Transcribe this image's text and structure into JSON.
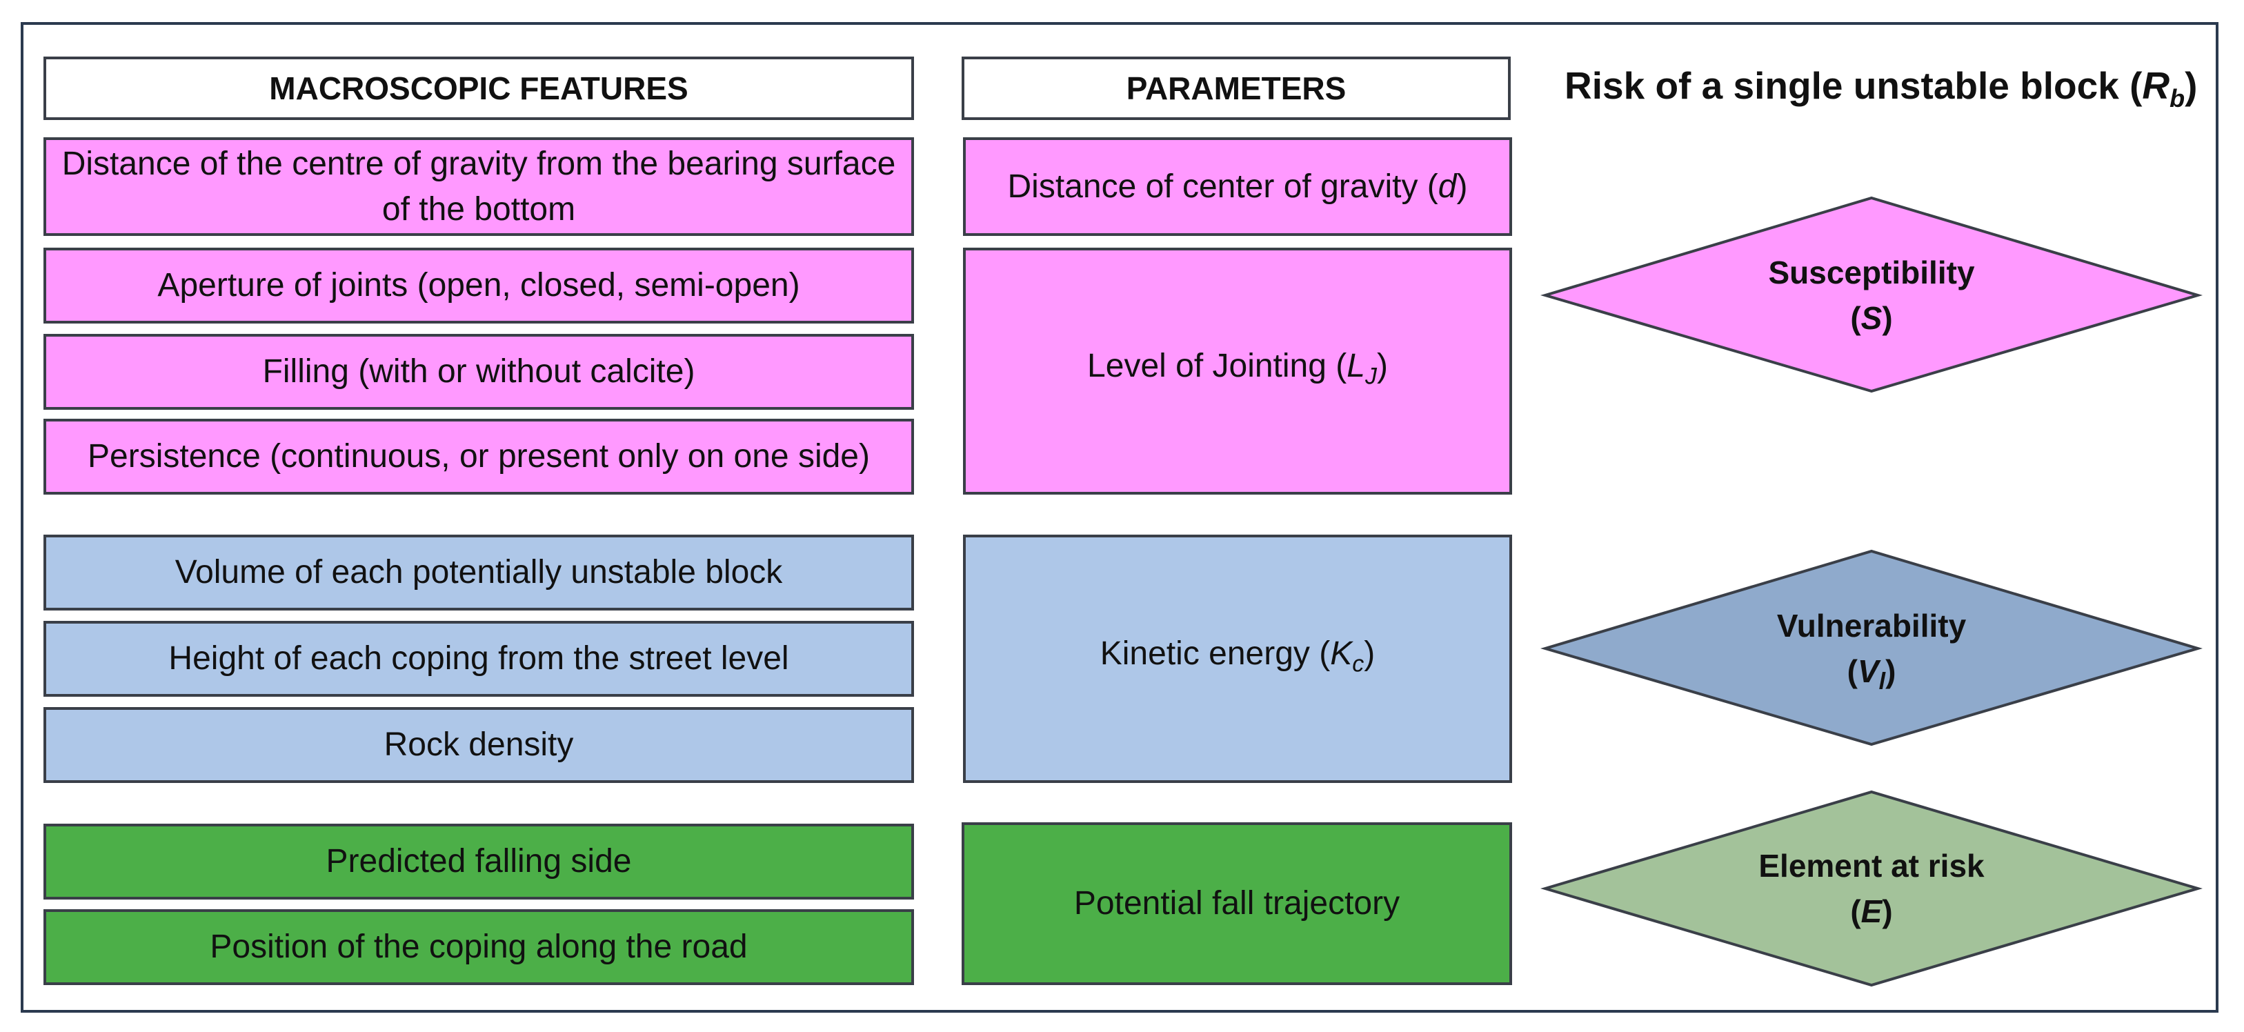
{
  "title": {
    "text": "Risk of a single unstable block (",
    "symbol": "R",
    "subscript": "b",
    "close": ")"
  },
  "headers": {
    "macroscopic": "MACROSCOPIC FEATURES",
    "parameters": "PARAMETERS"
  },
  "features": [
    {
      "label": "Distance of the centre of gravity from the bearing surface of the bottom",
      "group": "susceptibility"
    },
    {
      "label": "Aperture of joints (open, closed, semi-open)",
      "group": "susceptibility"
    },
    {
      "label": "Filling (with or without calcite)",
      "group": "susceptibility"
    },
    {
      "label": "Persistence (continuous, or present only on one side)",
      "group": "susceptibility"
    },
    {
      "label": "Volume of each potentially unstable block",
      "group": "vulnerability"
    },
    {
      "label": "Height of each coping from the street level",
      "group": "vulnerability"
    },
    {
      "label": "Rock density",
      "group": "vulnerability"
    },
    {
      "label": "Predicted falling side",
      "group": "element"
    },
    {
      "label": "Position of the coping along the road",
      "group": "element"
    }
  ],
  "parameters": [
    {
      "text": "Distance of center of gravity (",
      "symbol": "d",
      "subscript": "",
      "close": ")"
    },
    {
      "text": "Level of Jointing (",
      "symbol": "L",
      "subscript": "J",
      "close": ")"
    },
    {
      "text": "Kinetic energy (",
      "symbol": "K",
      "subscript": "c",
      "close": ")"
    },
    {
      "text": "Potential fall trajectory",
      "symbol": "",
      "subscript": "",
      "close": ""
    }
  ],
  "outcomes": [
    {
      "name": "Susceptibility",
      "open": "(",
      "symbol": "S",
      "subscript": "",
      "close": ")"
    },
    {
      "name": "Vulnerability",
      "open": "(",
      "symbol": "V",
      "subscript": "l",
      "close": ")"
    },
    {
      "name": "Element at risk",
      "open": "(",
      "symbol": "E",
      "subscript": "",
      "close": ")"
    }
  ],
  "colors": {
    "susceptibility": "#ff99ff",
    "vulnerability": "#aec7e8",
    "element": "#4caf48",
    "diamond_susceptibility": "#ff99ff",
    "diamond_vulnerability": "#8faacc",
    "diamond_element": "#a3c29a",
    "border": "#3a3f48",
    "frame": "#2b3a4f"
  }
}
